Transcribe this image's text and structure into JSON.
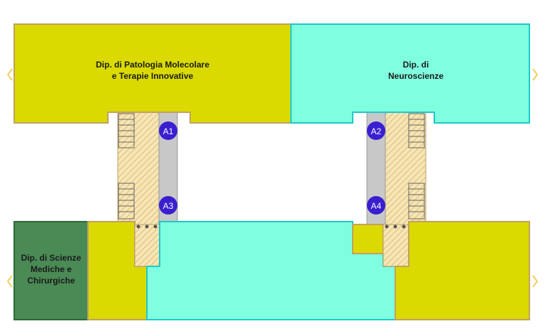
{
  "colors": {
    "yellow": "#dada00",
    "cyan": "#80ffe0",
    "green": "#4a8a55",
    "corridor": "#f6e6b4",
    "hatch": "#e0b880",
    "elevator": "#c8c8c8",
    "marker": "#3a1fd0",
    "outline": "#c2a060",
    "nav": "#f0d060"
  },
  "departments": {
    "patologia": {
      "line1": "Dip. di Patologia Molecolare",
      "line2": "e Terapie  Innovative"
    },
    "neuroscienze": {
      "line1": "Dip. di",
      "line2": "Neuroscienze"
    },
    "scienze_mediche": {
      "line1": "Dip. di Scienze",
      "line2": "Mediche e",
      "line3": "Chirurgiche"
    }
  },
  "markers": {
    "a1": "A1",
    "a2": "A2",
    "a3": "A3",
    "a4": "A4"
  },
  "nav": {
    "left_top": "chevron-left-icon",
    "right_top": "chevron-right-icon",
    "left_bottom": "chevron-left-icon",
    "right_bottom": "chevron-right-icon"
  }
}
